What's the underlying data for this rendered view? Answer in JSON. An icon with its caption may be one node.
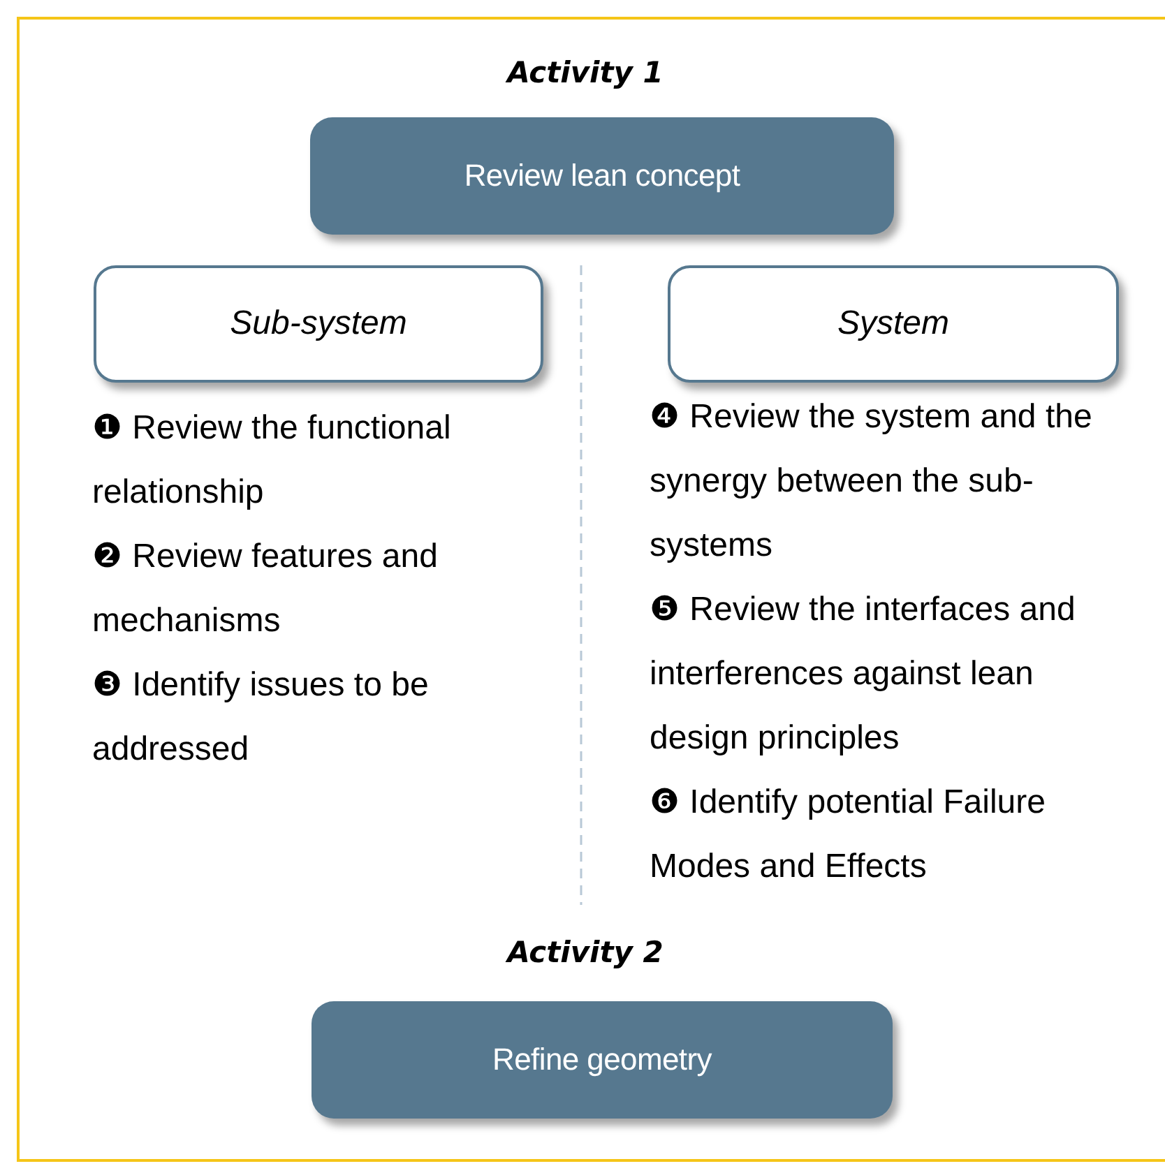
{
  "diagram": {
    "nodes": [
      {
        "text": [
          "Activity 1",
          "Review lean concept"
        ]
      },
      {
        "text": [
          "Sub-system"
        ]
      },
      {
        "text": [
          "System"
        ]
      },
      {
        "text": [
          "Activity 2",
          "Refine geometry"
        ]
      }
    ],
    "labels": [
      "❶ Review the functional relationship",
      "❷ Review features and mechanisms",
      "❸ Identify issues to be addressed",
      "❹ Review the system and the synergy between the sub-systems",
      "❺ Review the interfaces and interferences against lean design principles",
      "❻ Identify potential Failure Modes and Effects"
    ]
  }
}
